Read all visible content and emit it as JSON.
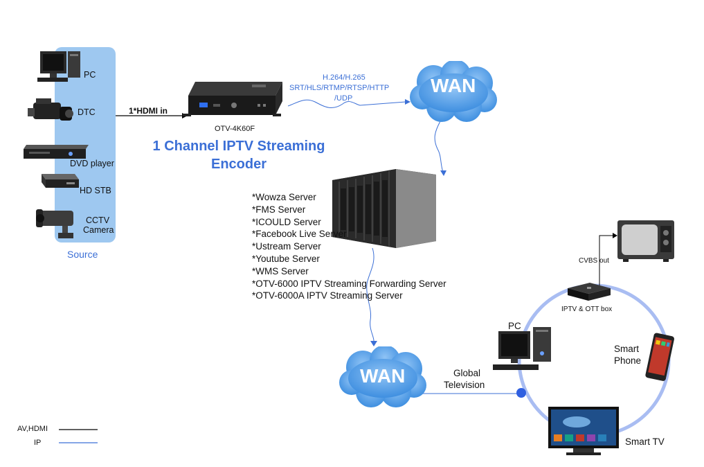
{
  "source": {
    "panel_label": "Source",
    "devices": [
      {
        "label": "PC",
        "icon": "desktop-pc-icon"
      },
      {
        "label": "DTC",
        "icon": "broadcast-camera-icon"
      },
      {
        "label": "DVD player",
        "icon": "dvd-player-icon"
      },
      {
        "label": "HD STB",
        "icon": "set-top-box-icon"
      },
      {
        "label": "CCTV",
        "label2": "Camera",
        "icon": "cctv-camera-icon"
      }
    ]
  },
  "encoder": {
    "input_label": "1*HDMI in",
    "model": "OTV-4K60F",
    "title_line1": "1 Channel IPTV Streaming",
    "title_line2": "Encoder",
    "title_color": "#3b6fd6"
  },
  "protocols": {
    "line1": "H.264/H.265",
    "line2": "SRT/HLS/RTMP/RTSP/HTTP",
    "line3": "/UDP"
  },
  "wan_top": {
    "label": "WAN"
  },
  "servers": {
    "items": [
      "*Wowza Server",
      "*FMS Server",
      "*ICOULD Server",
      "*Facebook Live Server",
      "*Ustream Server",
      "*Youtube Server",
      "*WMS Server",
      "*OTV-6000 IPTV Streaming Forwarding Server",
      "*OTV-6000A IPTV Streaming Server"
    ]
  },
  "wan_bottom": {
    "label": "WAN"
  },
  "global": {
    "line1": "Global",
    "line2": "Television"
  },
  "endpoints": {
    "cvbs": "CVBS out",
    "box": "IPTV & OTT box",
    "pc": "PC",
    "phone_line1": "Smart",
    "phone_line2": "Phone",
    "tv": "Smart TV"
  },
  "legend": {
    "av_label": "AV,HDMI",
    "ip_label": "IP",
    "av_color": "#000000",
    "ip_color": "#3b6fd6"
  }
}
